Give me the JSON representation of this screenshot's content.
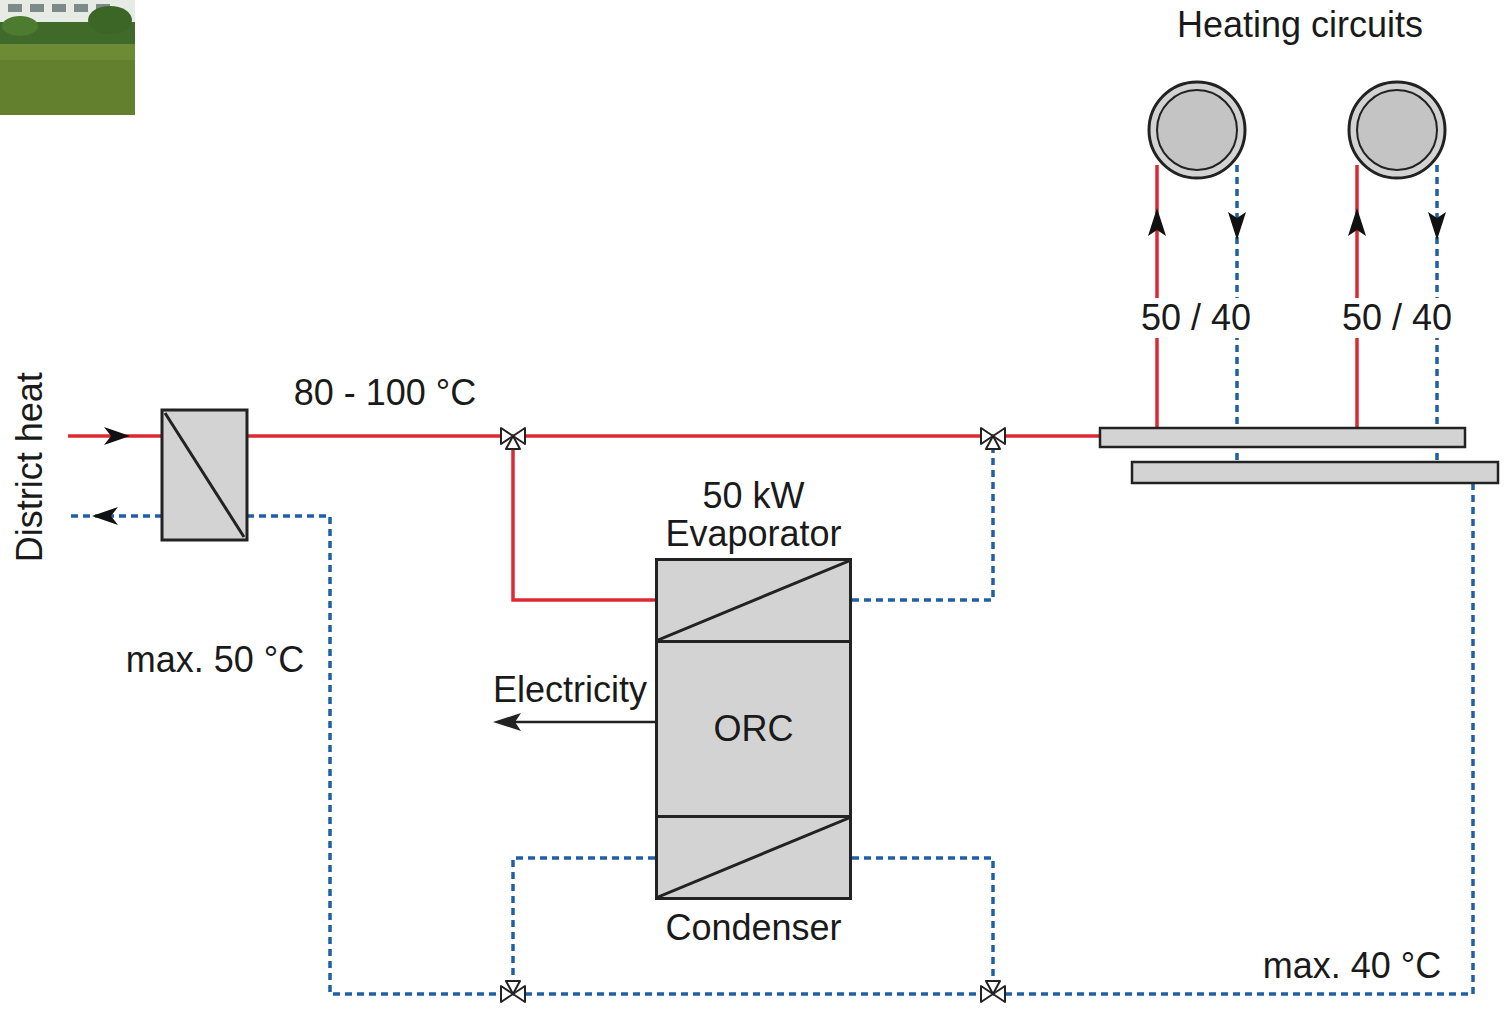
{
  "diagram": {
    "nodes": [
      {
        "text": [
          "50 kW",
          "Evaporator"
        ]
      },
      {
        "text": [
          "ORC"
        ]
      },
      {
        "text": [
          "Condenser"
        ]
      }
    ],
    "labels": [
      "Heating circuits",
      "50 / 40",
      "50 / 40",
      "80 - 100 °C",
      "District heat",
      "max. 50 °C",
      "Electricity",
      "max. 40 °C"
    ]
  }
}
